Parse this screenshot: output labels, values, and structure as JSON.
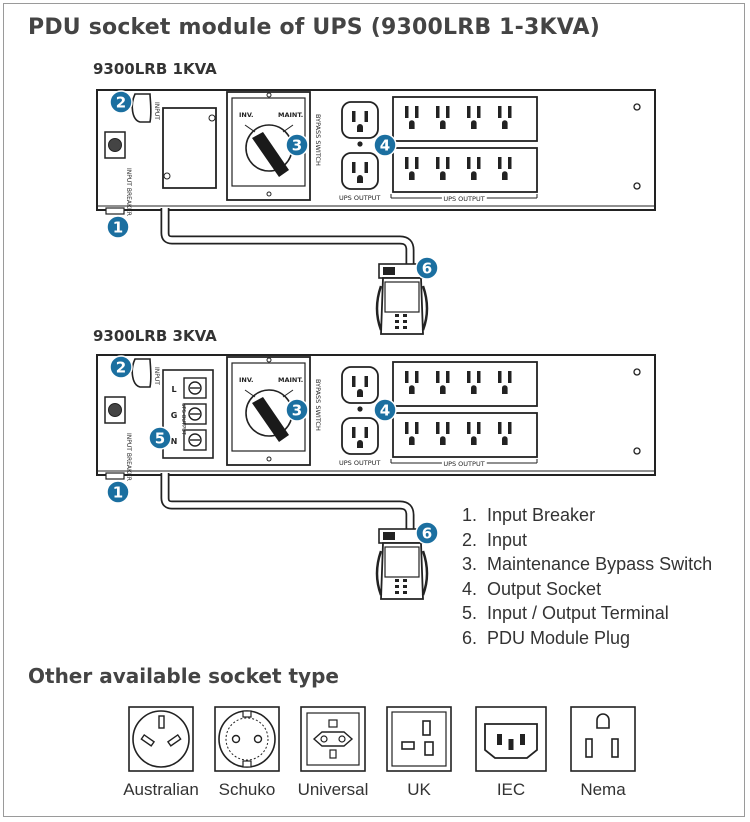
{
  "title": "PDU socket module of UPS (9300LRB 1-3KVA)",
  "models": [
    {
      "name": "9300LRB 1KVA"
    },
    {
      "name": "9300LRB 3KVA"
    }
  ],
  "panel_labels": {
    "input": "INPUT",
    "input_breaker": "INPUT BREAKER",
    "inv": "INV.",
    "maint": "MAINT.",
    "bypass_switch": "BYPASS SWITCH",
    "ups_output": "UPS OUTPUT",
    "ups_output_strip": "UPS OUTPUT",
    "terminal_letters": [
      "L",
      "G",
      "N"
    ],
    "terminal_label": "UPS OUTPUT"
  },
  "callouts": [
    "1",
    "2",
    "3",
    "4",
    "5",
    "6"
  ],
  "legend": [
    {
      "num": "1.",
      "text": "Input Breaker"
    },
    {
      "num": "2.",
      "text": "Input"
    },
    {
      "num": "3.",
      "text": "Maintenance Bypass Switch"
    },
    {
      "num": "4.",
      "text": "Output Socket"
    },
    {
      "num": "5.",
      "text": "Input / Output Terminal"
    },
    {
      "num": "6.",
      "text": "PDU Module Plug"
    }
  ],
  "other_title": "Other available socket type",
  "sockets": [
    {
      "label": "Australian",
      "icon": "australian-socket-icon"
    },
    {
      "label": "Schuko",
      "icon": "schuko-socket-icon"
    },
    {
      "label": "Universal",
      "icon": "universal-socket-icon"
    },
    {
      "label": "UK",
      "icon": "uk-socket-icon"
    },
    {
      "label": "IEC",
      "icon": "iec-socket-icon"
    },
    {
      "label": "Nema",
      "icon": "nema-socket-icon"
    }
  ],
  "colors": {
    "callout": "#1b6fa0",
    "ink": "#222222"
  }
}
